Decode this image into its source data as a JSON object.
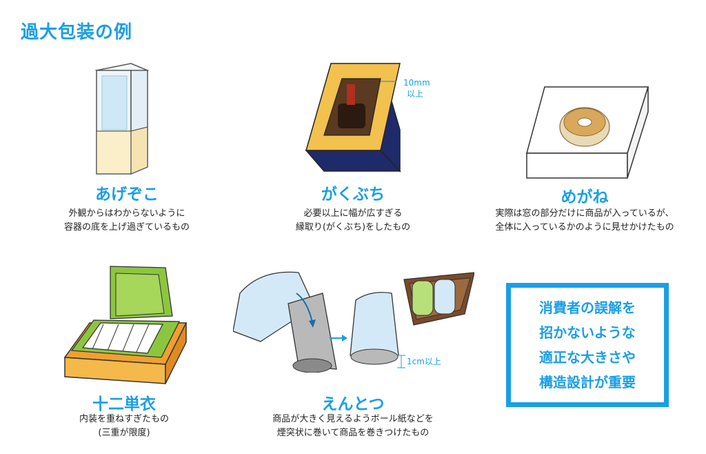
{
  "title": "過大包装の例",
  "items": [
    {
      "label": "あげぞこ",
      "lines": [
        "外観からはわからないように",
        "容器の底を上げ過ぎているもの"
      ]
    },
    {
      "label": "がくぶち",
      "lines": [
        "必要以上に幅が広すぎる",
        "縁取り(がくぶち)をしたもの"
      ],
      "dimension_lines": [
        "10mm",
        "以上"
      ]
    },
    {
      "label": "めがね",
      "lines": [
        "実際は窓の部分だけに商品が入っているが、",
        "全体に入っているかのように見せかけたもの"
      ]
    },
    {
      "label": "十二単衣",
      "lines": [
        "内装を重ねすぎたもの",
        "(三重が限度)"
      ]
    },
    {
      "label": "えんとつ",
      "lines": [
        "商品が大きく見えるようボール紙などを",
        "煙突状に巻いて商品を巻きつけたもの"
      ],
      "dimension": "1cm以上"
    }
  ],
  "callout": {
    "lines": [
      "消費者の誤解を",
      "招かないような",
      "適正な大きさや",
      "構造設計が重要"
    ]
  },
  "colors": {
    "accent": "#1a9ee6",
    "gold": "#f2c14e",
    "navy": "#1f2a6b",
    "green": "#8cc63f",
    "orange": "#f0a030",
    "brown": "#7a4a2a"
  }
}
